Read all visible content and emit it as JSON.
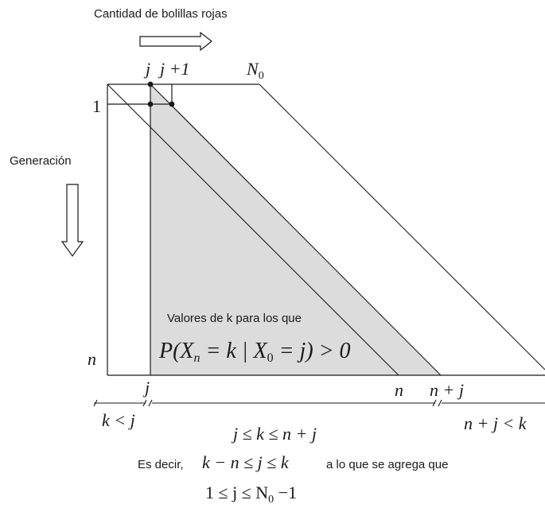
{
  "labels": {
    "top_axis": "Cantidad de bolillas rojas",
    "left_axis": "Generación",
    "region_caption": "Valores de k para los que",
    "probability": "P(X",
    "probability_sub_n": "n",
    "probability_mid": " = k | X",
    "probability_sub_0": "0",
    "probability_end": " = j) > 0",
    "top_j": "j",
    "top_j1": "j +1",
    "top_N": "N",
    "top_N_sub": "0",
    "row_1": "1",
    "row_n": "n",
    "bottom_j": "j",
    "bottom_n": "n",
    "bottom_nj": "n + j",
    "range_left": "k < j",
    "range_mid": "j ≤ k ≤ n + j",
    "range_right": "n + j < k",
    "note_prefix": "Es decir,",
    "note_formula": "k − n ≤ j ≤ k",
    "note_suffix": "a lo que se agrega que",
    "constraint_a": "1 ≤ j ≤ N",
    "constraint_sub": "0",
    "constraint_b": " −1"
  },
  "colors": {
    "line": "#1a1a1a",
    "shade": "#dcdcdc",
    "background": "#ffffff"
  }
}
